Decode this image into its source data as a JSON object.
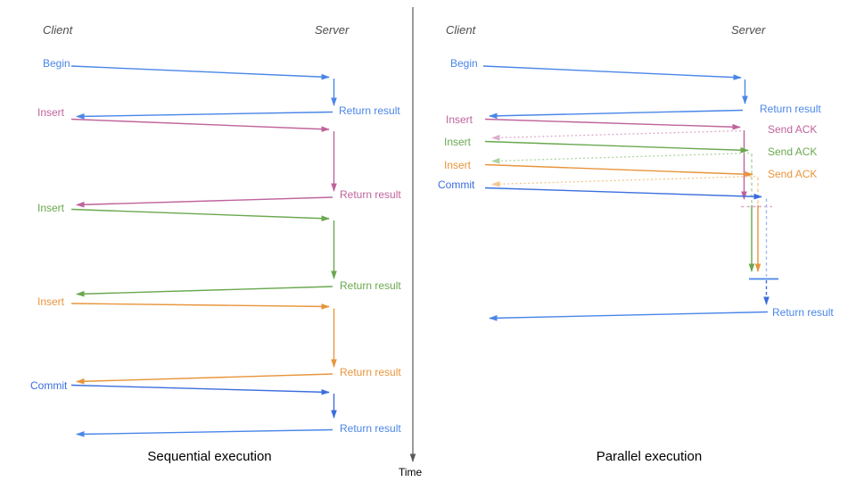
{
  "colors": {
    "blue": "#4a86e8",
    "blue_dark": "#3b6edd",
    "blue_light": "#9cbcf0",
    "pink": "#bf639b",
    "pink_light": "#dcaecb",
    "green": "#6aa84f",
    "green_light": "#aed29f",
    "orange": "#e8953c",
    "orange_light": "#f4c690",
    "axis_gray": "#595959",
    "header_gray": "#4d4d4d",
    "caption_black": "#000000"
  },
  "time_axis": {
    "label": "Time"
  },
  "left_panel": {
    "caption": "Sequential execution",
    "client": "Client",
    "server": "Server",
    "labels": {
      "begin": "Begin",
      "return1": "Return result",
      "insert1": "Insert",
      "return2": "Return result",
      "insert2": "Insert",
      "return3": "Return result",
      "insert3": "Insert",
      "return4": "Return result",
      "commit": "Commit",
      "return5": "Return result"
    }
  },
  "right_panel": {
    "caption": "Parallel execution",
    "client": "Client",
    "server": "Server",
    "labels": {
      "begin": "Begin",
      "return_begin": "Return result",
      "insert1": "Insert",
      "ack1": "Send ACK",
      "insert2": "Insert",
      "ack2": "Send ACK",
      "insert3": "Insert",
      "ack3": "Send ACK",
      "commit": "Commit",
      "return_final": "Return result"
    }
  }
}
